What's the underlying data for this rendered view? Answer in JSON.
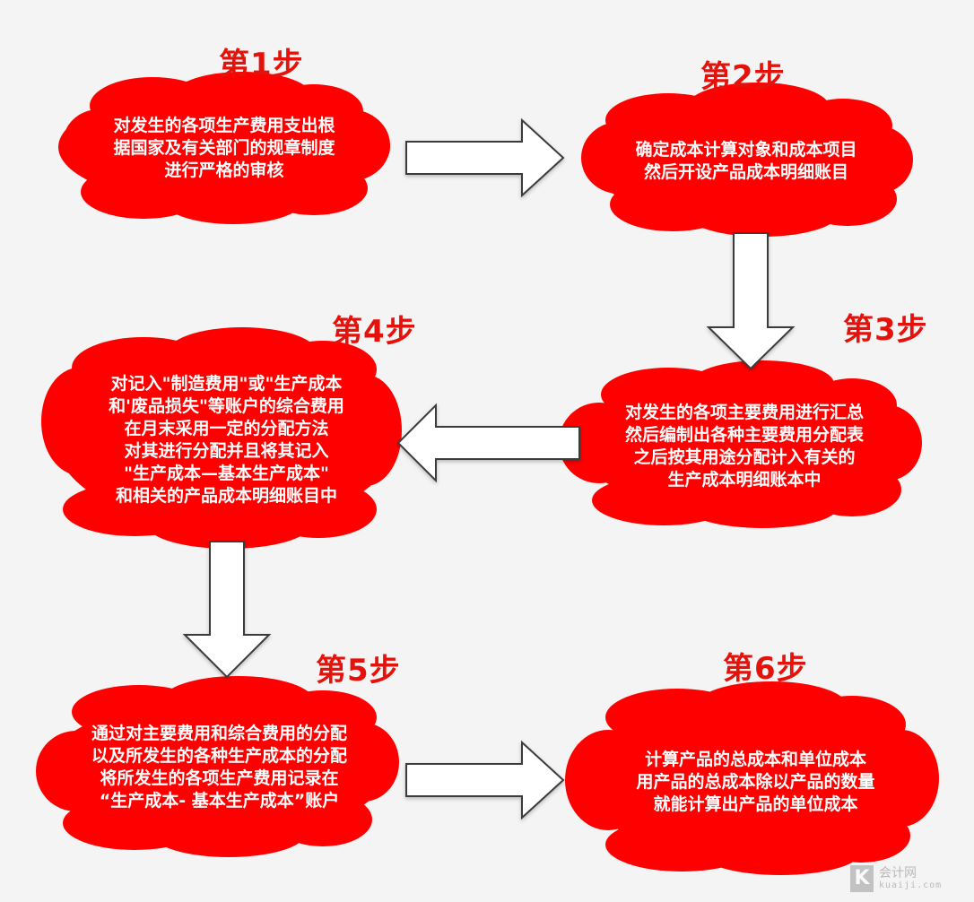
{
  "steps": [
    {
      "label": "第1步",
      "lines": [
        "对发生的各项生产费用支出根",
        "据国家及有关部门的规章制度",
        "进行严格的审核"
      ]
    },
    {
      "label": "第2步",
      "lines": [
        "确定成本计算对象和成本项目",
        "然后开设产品成本明细账目"
      ]
    },
    {
      "label": "第3步",
      "lines": [
        "对发生的各项主要费用进行汇总",
        "然后编制出各种主要费用分配表",
        "之后按其用途分配计入有关的",
        "生产成本明细账本中"
      ]
    },
    {
      "label": "第4步",
      "lines": [
        "对记入\"制造费用\"或\"生产成本",
        "和'废品损失\"等账户的综合费用",
        "在月末采用一定的分配方法",
        "对其进行分配并且将其记入",
        "\"生产成本—基本生产成本\"",
        "和相关的产品成本明细账目中"
      ]
    },
    {
      "label": "第5步",
      "lines": [
        "通过对主要费用和综合费用的分配",
        "以及所发生的各种生产成本的分配",
        "将所发生的各项生产费用记录在",
        "“生产成本- 基本生产成本”账户"
      ]
    },
    {
      "label": "第6步",
      "lines": [
        "计算产品的总成本和单位成本",
        "用产品的总成本除以产品的数量",
        "就能计算出产品的单位成本"
      ]
    }
  ],
  "watermark": {
    "mark": "K",
    "cn": "会计网",
    "en": "kuaiji.com"
  },
  "colors": {
    "cloud": "#ff0000",
    "label": "#e4120b",
    "arrow_fill": "#ffffff",
    "arrow_stroke": "#3a3a3a",
    "background": "#f4f4f4"
  }
}
